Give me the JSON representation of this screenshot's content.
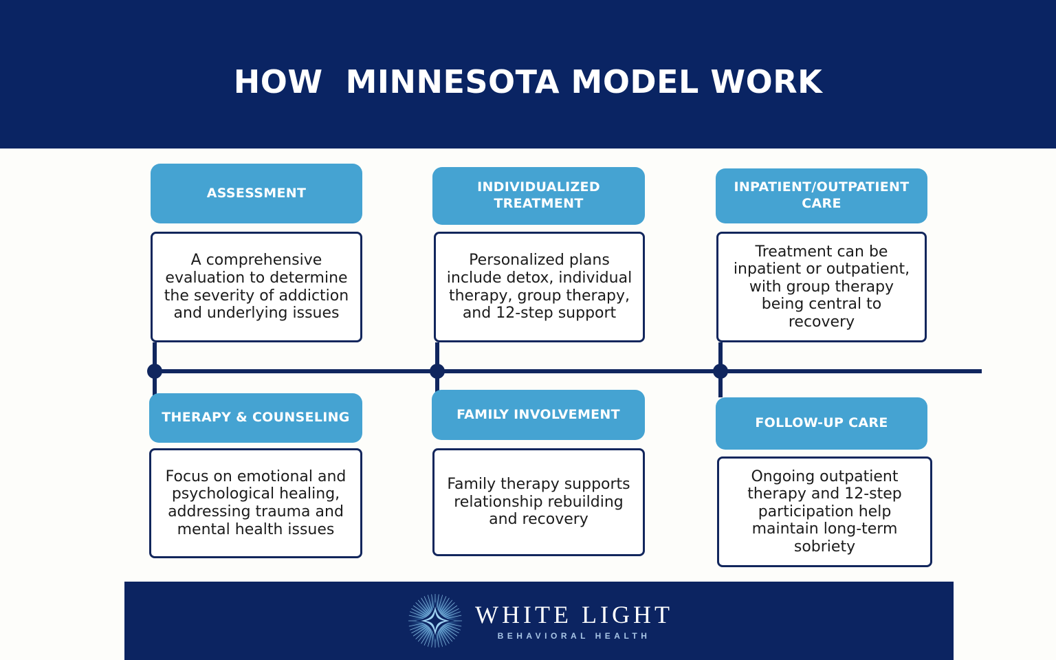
{
  "header": {
    "title": "HOW  MINNESOTA MODEL WORK",
    "background_color": "#0A2463",
    "text_color": "#FFFFFF"
  },
  "theme": {
    "navy": "#0A2463",
    "pill_blue": "#45A3D2",
    "line_navy": "#10265E",
    "box_border": "#12265C",
    "page_background": "#FDFDFA",
    "body_text": "#1B1B1B"
  },
  "timeline": {
    "orientation": "horizontal",
    "node_count": 3,
    "nodes": [
      {
        "label": "node-1",
        "marker": "filled-circle"
      },
      {
        "label": "node-2",
        "marker": "filled-circle"
      },
      {
        "label": "node-3",
        "marker": "filled-circle"
      }
    ]
  },
  "steps": {
    "top_row": [
      {
        "title": "ASSESSMENT",
        "description": "A comprehensive evaluation to determine the severity of addiction and underlying issues"
      },
      {
        "title": "INDIVIDUALIZED TREATMENT",
        "description": "Personalized plans include detox, individual therapy, group therapy, and 12-step support"
      },
      {
        "title": "INPATIENT/OUTPATIENT CARE",
        "description": "Treatment can be inpatient or outpatient, with group therapy being central to recovery"
      }
    ],
    "bottom_row": [
      {
        "title": "THERAPY & COUNSELING",
        "description": "Focus on emotional and psychological healing, addressing trauma and mental health issues"
      },
      {
        "title": "FAMILY INVOLVEMENT",
        "description": "Family therapy supports relationship rebuilding and recovery"
      },
      {
        "title": "FOLLOW-UP CARE",
        "description": "Ongoing outpatient therapy and 12-step participation help maintain long-term sobriety"
      }
    ]
  },
  "footer": {
    "background_color": "#0C2461",
    "logo": {
      "icon": "starburst-light-icon",
      "name": "WHITE LIGHT",
      "tagline": "BEHAVIORAL HEALTH",
      "name_color": "#FFFFFF",
      "tagline_color": "#A9C6E6"
    }
  }
}
